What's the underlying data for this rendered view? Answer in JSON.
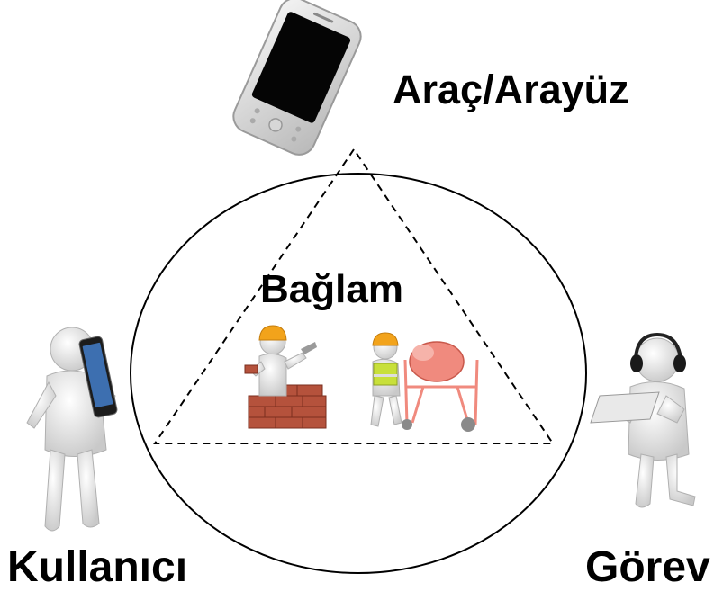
{
  "diagram": {
    "labels": {
      "tool": "Araç/Arayüz",
      "context": "Bağlam",
      "user": "Kullanıcı",
      "task": "Görev"
    },
    "icons": {
      "tool": "smartphone-icon",
      "user": "person-with-phone-icon",
      "task": "person-with-headset-icon",
      "context_left": "bricklayer-worker-icon",
      "context_right": "worker-with-cement-mixer-icon"
    },
    "colors": {
      "text": "#000000",
      "outline": "#000000",
      "brick": "#b5523c",
      "helmet": "#f2a31b",
      "vest": "#c8e03a",
      "mixer": "#f08a7e"
    }
  }
}
